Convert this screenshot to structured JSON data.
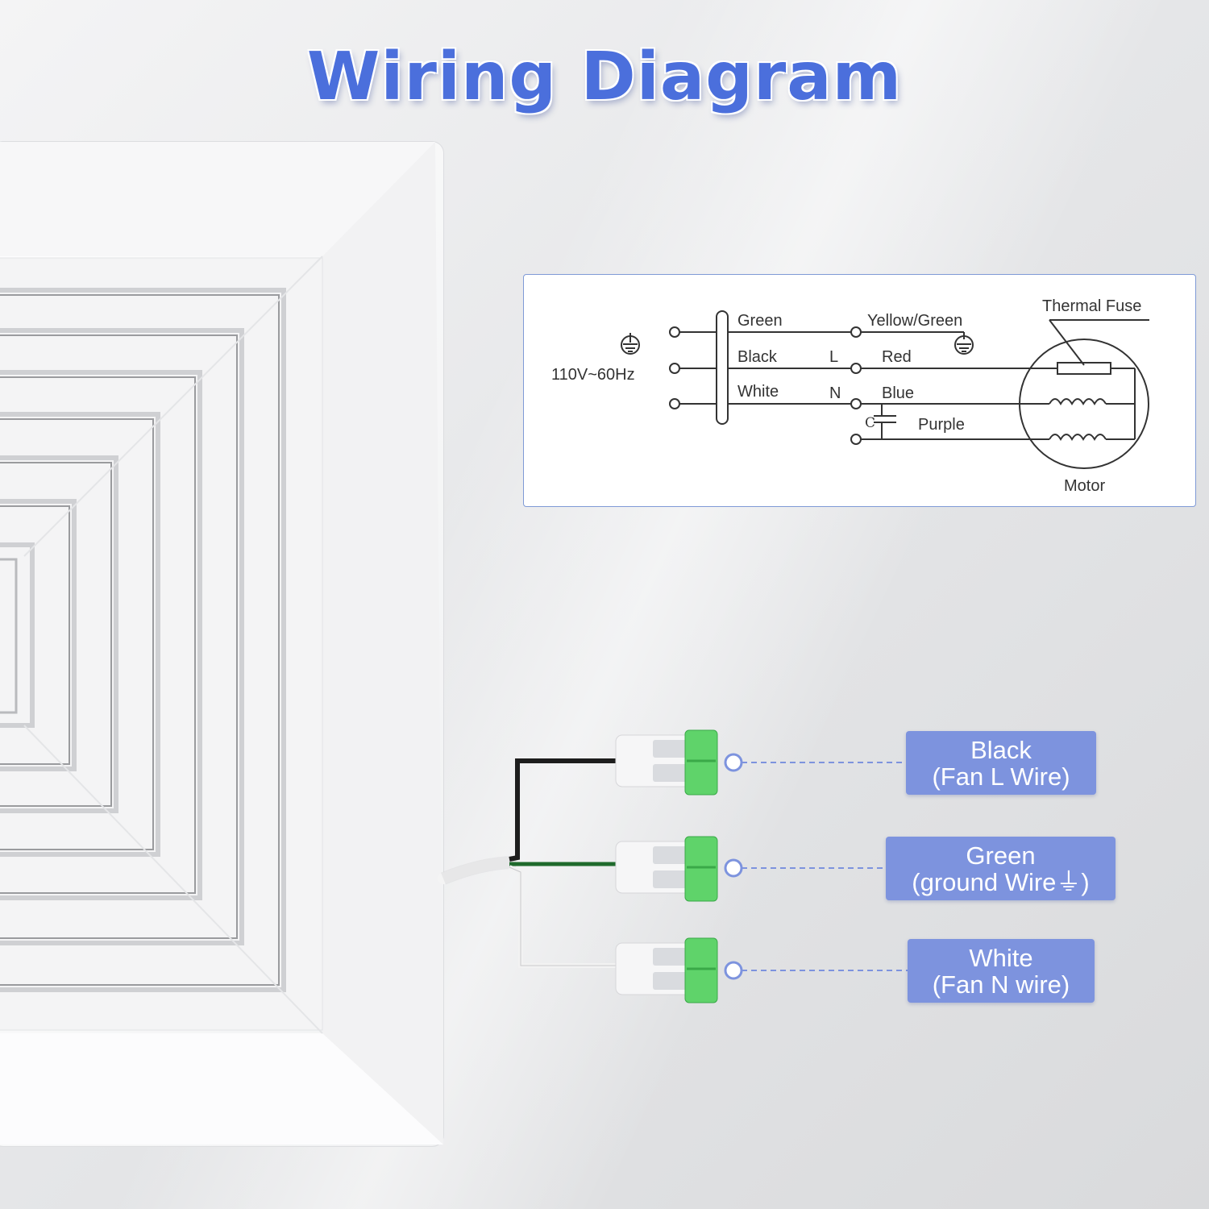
{
  "title": "Wiring Diagram",
  "schematic": {
    "supply_label": "110V~60Hz",
    "input_wires": [
      "Green",
      "Black",
      "White"
    ],
    "terminal_L": "L",
    "terminal_N": "N",
    "motor_wires": [
      "Yellow/Green",
      "Red",
      "Blue",
      "Purple"
    ],
    "capacitor_label": "C",
    "thermal_fuse_label": "Thermal Fuse",
    "motor_label": "Motor"
  },
  "callouts": [
    {
      "line1": "Black",
      "line2": "(Fan L Wire)"
    },
    {
      "line1": "Green",
      "line2": "(ground Wire⏚)"
    },
    {
      "line1": "White",
      "line2": "(Fan N wire)"
    }
  ],
  "colors": {
    "title": "#4b6fdc",
    "callout_bg": "#7d93de",
    "connector_green": "#5fd36a",
    "panel_border": "#7f9ad6"
  }
}
